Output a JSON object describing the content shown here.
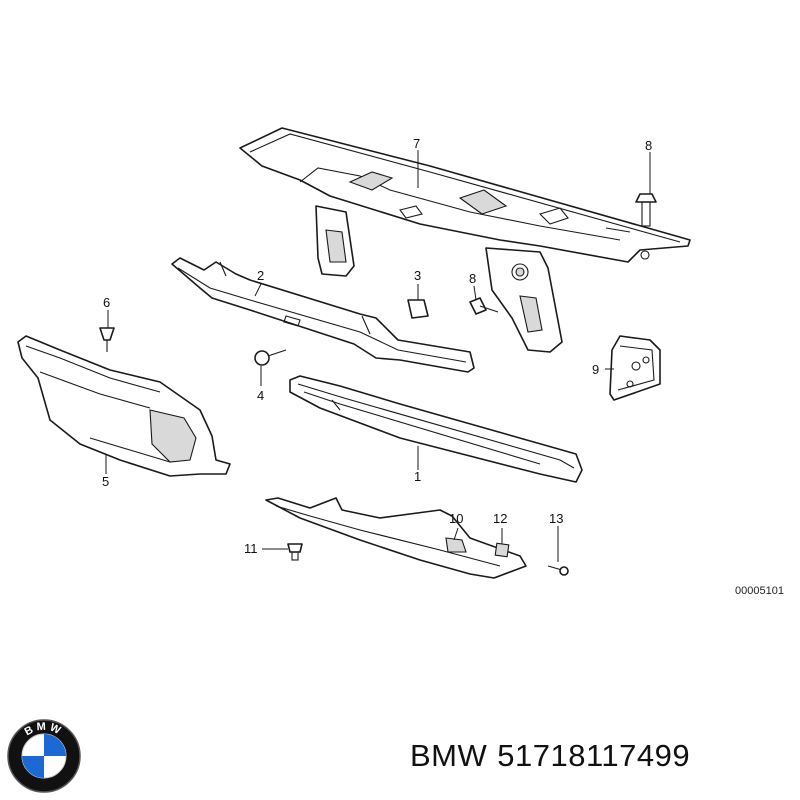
{
  "callouts": [
    "1",
    "2",
    "3",
    "4",
    "5",
    "6",
    "7",
    "8",
    "8",
    "9",
    "10",
    "11",
    "12",
    "13"
  ],
  "reference_code": "00005101",
  "footer": {
    "brand": "BMW",
    "part_number": "51718117499"
  },
  "logo": {
    "text": "BMW",
    "icon": "bmw-roundel-icon",
    "colors": {
      "blue": "#1c69d4",
      "black": "#111111",
      "white": "#ffffff"
    }
  }
}
